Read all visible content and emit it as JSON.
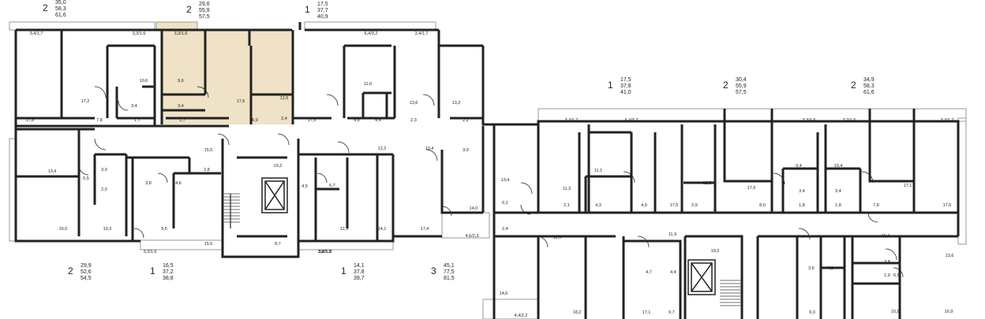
{
  "plan": {
    "accent_color": "#efe2c6",
    "wall_color": "#222222",
    "balcony_color": "#9a9a9a"
  },
  "units": [
    {
      "id": "u1",
      "rooms": "2",
      "areas": [
        "35,0",
        "58,3",
        "61,6"
      ]
    },
    {
      "id": "u2",
      "rooms": "2",
      "areas": [
        "29,6",
        "55,9",
        "57,5"
      ]
    },
    {
      "id": "u3",
      "rooms": "1",
      "areas": [
        "17,5",
        "37,7",
        "40,9"
      ]
    },
    {
      "id": "u4",
      "rooms": "2",
      "areas": [
        "29,9",
        "52,6",
        "54,5"
      ]
    },
    {
      "id": "u5",
      "rooms": "1",
      "areas": [
        "16,5",
        "37,2",
        "38,8"
      ]
    },
    {
      "id": "u6",
      "rooms": "1",
      "areas": [
        "14,1",
        "37,8",
        "39,7"
      ]
    },
    {
      "id": "u7",
      "rooms": "3",
      "areas": [
        "45,1",
        "77,5",
        "81,5"
      ]
    },
    {
      "id": "u8",
      "rooms": "1",
      "areas": [
        "17,5",
        "37,8",
        "41,0"
      ]
    },
    {
      "id": "u9",
      "rooms": "2",
      "areas": [
        "30,4",
        "55,9",
        "57,5"
      ]
    },
    {
      "id": "u10",
      "rooms": "2",
      "areas": [
        "34,9",
        "58,3",
        "61,6"
      ]
    }
  ],
  "room_areas": [
    "3,4/1,7",
    "3,3/1,6",
    "3,3/1,6",
    "6,4/3,2",
    "3,4/1,7",
    "17,2",
    "10,6",
    "3,4",
    "9,6",
    "3,4",
    "17,6",
    "12,6",
    "11,0",
    "17,8",
    "7,8",
    "1,7",
    "1,7",
    "6,9",
    "2,4",
    "17,5",
    "4,8",
    "4,4",
    "13,6",
    "13,2",
    "2,3",
    "2,2",
    "15,5",
    "12,2",
    "10,4",
    "3,9",
    "19,2",
    "13,4",
    "3,9",
    "6,5",
    "2,0",
    "3,8",
    "4,6",
    "2,8",
    "4,5",
    "6,7",
    "16,5",
    "10,3",
    "9,5",
    "15,5",
    "8,7",
    "12,5",
    "14,1",
    "17,4",
    "14,0",
    "3,3/1,6",
    "3,8/1,9",
    "3,8/1,9",
    "4,6/2,3",
    "3,4/1,7",
    "6,4/3,2",
    "3,3/1,6",
    "3,2/1,6",
    "3,4/1,7",
    "13,4",
    "11,3",
    "11,1",
    "12,5",
    "17,9",
    "9,4",
    "10,4",
    "17,1",
    "6,1",
    "2,1",
    "4,3",
    "4,9",
    "17,5",
    "2,9",
    "8,0",
    "3,4",
    "1,8",
    "3,4",
    "1,8",
    "7,8",
    "17,6",
    "2,4",
    "11,0",
    "11,9",
    "15,4",
    "19,2",
    "3,6",
    "3,8",
    "4,1",
    "1,9",
    "6,5",
    "13,6",
    "4,7",
    "4,4",
    "14,6",
    "18,2",
    "17,1",
    "9,7",
    "9,3",
    "10,1",
    "16,9",
    "4,4/2,2"
  ]
}
